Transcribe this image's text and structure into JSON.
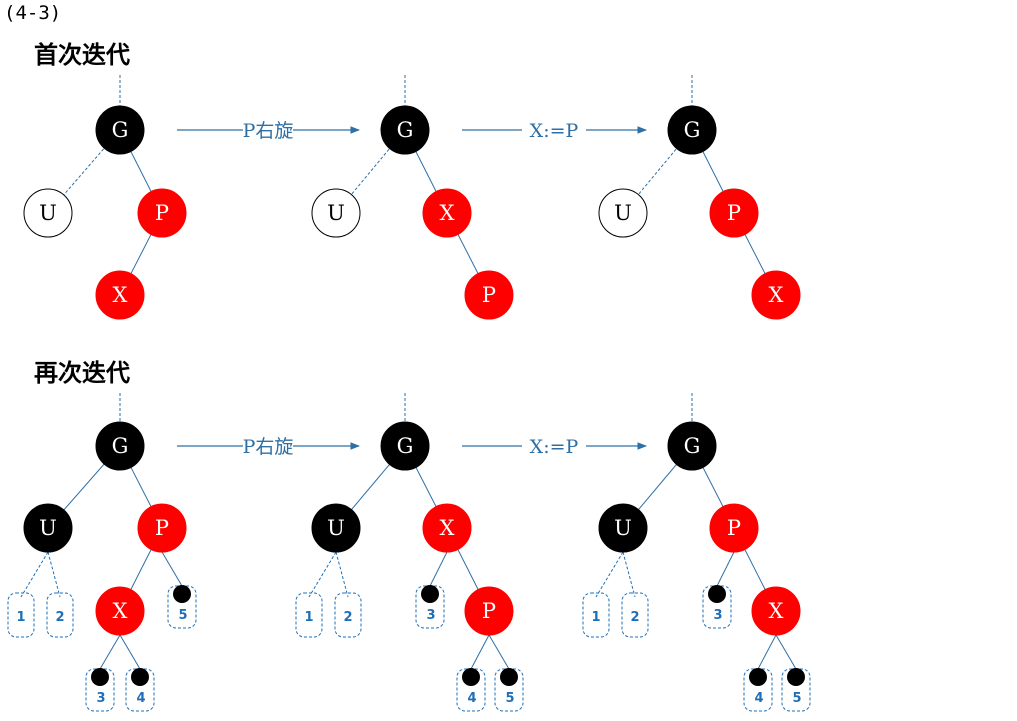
{
  "label": "(4-3)",
  "headings": {
    "first": "首次迭代",
    "second": "再次迭代"
  },
  "operations": [
    "P右旋",
    "X:=P"
  ],
  "colors": {
    "red": "#ff0000",
    "black": "#000000",
    "white": "#ffffff",
    "line": "#2e6fa5",
    "subtree": "#1e6fb8"
  },
  "rows": [
    {
      "name": "first",
      "trees": [
        {
          "nodes": [
            {
              "id": "G",
              "label": "G",
              "color": "black"
            },
            {
              "id": "U",
              "label": "U",
              "color": "white"
            },
            {
              "id": "P",
              "label": "P",
              "color": "red"
            },
            {
              "id": "X",
              "label": "X",
              "color": "red"
            }
          ],
          "edges": [
            [
              "G",
              "U",
              "dashed"
            ],
            [
              "G",
              "P",
              "solid"
            ],
            [
              "P",
              "X",
              "solid"
            ]
          ],
          "leaves": [],
          "subtrees": []
        },
        {
          "nodes": [
            {
              "id": "G",
              "label": "G",
              "color": "black"
            },
            {
              "id": "U",
              "label": "U",
              "color": "white"
            },
            {
              "id": "X",
              "label": "X",
              "color": "red"
            },
            {
              "id": "P",
              "label": "P",
              "color": "red"
            }
          ],
          "edges": [
            [
              "G",
              "U",
              "dashed"
            ],
            [
              "G",
              "X",
              "solid"
            ],
            [
              "X",
              "P",
              "solid"
            ]
          ],
          "leaves": [],
          "subtrees": []
        },
        {
          "nodes": [
            {
              "id": "G",
              "label": "G",
              "color": "black"
            },
            {
              "id": "U",
              "label": "U",
              "color": "white"
            },
            {
              "id": "P",
              "label": "P",
              "color": "red"
            },
            {
              "id": "X",
              "label": "X",
              "color": "red"
            }
          ],
          "edges": [
            [
              "G",
              "U",
              "dashed"
            ],
            [
              "G",
              "P",
              "solid"
            ],
            [
              "P",
              "X",
              "solid"
            ]
          ],
          "leaves": [],
          "subtrees": []
        }
      ]
    },
    {
      "name": "second",
      "trees": [
        {
          "nodes": [
            {
              "id": "G",
              "label": "G",
              "color": "black"
            },
            {
              "id": "U",
              "label": "U",
              "color": "black"
            },
            {
              "id": "P",
              "label": "P",
              "color": "red"
            },
            {
              "id": "X",
              "label": "X",
              "color": "red"
            }
          ],
          "edges": [
            [
              "G",
              "U",
              "solid"
            ],
            [
              "G",
              "P",
              "solid"
            ],
            [
              "P",
              "X",
              "solid"
            ]
          ],
          "leaves": [
            {
              "parent": "P",
              "label": "5"
            },
            {
              "parent": "X",
              "label": "3"
            },
            {
              "parent": "X",
              "label": "4"
            }
          ],
          "subtrees": [
            {
              "parent": "U",
              "label": "1"
            },
            {
              "parent": "U",
              "label": "2"
            }
          ]
        },
        {
          "nodes": [
            {
              "id": "G",
              "label": "G",
              "color": "black"
            },
            {
              "id": "U",
              "label": "U",
              "color": "black"
            },
            {
              "id": "X",
              "label": "X",
              "color": "red"
            },
            {
              "id": "P",
              "label": "P",
              "color": "red"
            }
          ],
          "edges": [
            [
              "G",
              "U",
              "solid"
            ],
            [
              "G",
              "X",
              "solid"
            ],
            [
              "X",
              "P",
              "solid"
            ]
          ],
          "leaves": [
            {
              "parent": "X",
              "label": "3"
            },
            {
              "parent": "P",
              "label": "4"
            },
            {
              "parent": "P",
              "label": "5"
            }
          ],
          "subtrees": [
            {
              "parent": "U",
              "label": "1"
            },
            {
              "parent": "U",
              "label": "2"
            }
          ]
        },
        {
          "nodes": [
            {
              "id": "G",
              "label": "G",
              "color": "black"
            },
            {
              "id": "U",
              "label": "U",
              "color": "black"
            },
            {
              "id": "P",
              "label": "P",
              "color": "red"
            },
            {
              "id": "X",
              "label": "X",
              "color": "red"
            }
          ],
          "edges": [
            [
              "G",
              "U",
              "solid"
            ],
            [
              "G",
              "P",
              "solid"
            ],
            [
              "P",
              "X",
              "solid"
            ]
          ],
          "leaves": [
            {
              "parent": "P",
              "label": "3"
            },
            {
              "parent": "X",
              "label": "4"
            },
            {
              "parent": "X",
              "label": "5"
            }
          ],
          "subtrees": [
            {
              "parent": "U",
              "label": "1"
            },
            {
              "parent": "U",
              "label": "2"
            }
          ]
        }
      ]
    }
  ]
}
